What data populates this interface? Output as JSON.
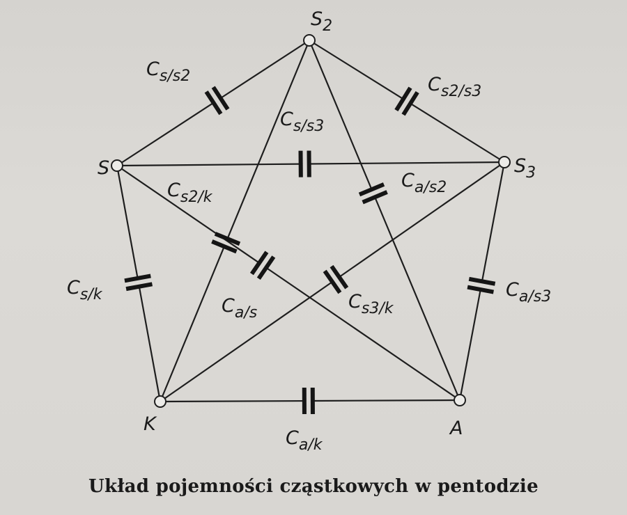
{
  "caption": "Układ pojemności cząstkowych w pentodzie",
  "nodes": [
    {
      "id": "S2",
      "main": "S",
      "sub": "2"
    },
    {
      "id": "S",
      "main": "S",
      "sub": ""
    },
    {
      "id": "S3",
      "main": "S",
      "sub": "3"
    },
    {
      "id": "K",
      "main": "K",
      "sub": ""
    },
    {
      "id": "A",
      "main": "A",
      "sub": ""
    }
  ],
  "capacitors": [
    {
      "id": "s_s2",
      "label": "C",
      "sub": "s/s2",
      "between": [
        "S",
        "S2"
      ]
    },
    {
      "id": "s2_s3",
      "label": "C",
      "sub": "s2/s3",
      "between": [
        "S2",
        "S3"
      ]
    },
    {
      "id": "s_s3",
      "label": "C",
      "sub": "s/s3",
      "between": [
        "S",
        "S3"
      ]
    },
    {
      "id": "s2_k",
      "label": "C",
      "sub": "s2/k",
      "between": [
        "S2",
        "K"
      ]
    },
    {
      "id": "a_s2",
      "label": "C",
      "sub": "a/s2",
      "between": [
        "S2",
        "A"
      ]
    },
    {
      "id": "s_k",
      "label": "C",
      "sub": "s/k",
      "between": [
        "S",
        "K"
      ]
    },
    {
      "id": "a_s",
      "label": "C",
      "sub": "a/s",
      "between": [
        "S",
        "A"
      ]
    },
    {
      "id": "s3_k",
      "label": "C",
      "sub": "s3/k",
      "between": [
        "S3",
        "K"
      ]
    },
    {
      "id": "a_s3",
      "label": "C",
      "sub": "a/s3",
      "between": [
        "S3",
        "A"
      ]
    },
    {
      "id": "a_k",
      "label": "C",
      "sub": "a/k",
      "between": [
        "K",
        "A"
      ]
    }
  ]
}
